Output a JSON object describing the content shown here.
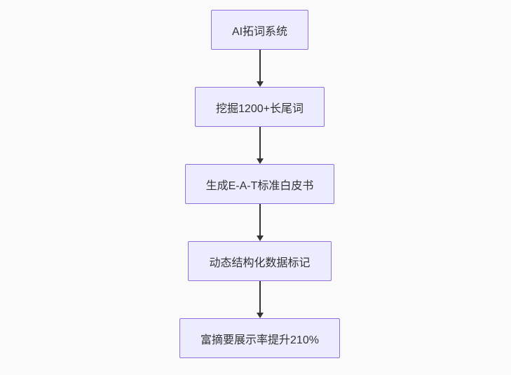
{
  "diagram": {
    "type": "flowchart",
    "direction": "top-down",
    "nodes": [
      {
        "id": "node-1",
        "label": "AI拓词系统"
      },
      {
        "id": "node-2",
        "label": "挖掘1200+长尾词"
      },
      {
        "id": "node-3",
        "label": "生成E-A-T标准白皮书"
      },
      {
        "id": "node-4",
        "label": "动态结构化数据标记"
      },
      {
        "id": "node-5",
        "label": "富摘要展示率提升210%"
      }
    ],
    "edges": [
      {
        "from": "node-1",
        "to": "node-2",
        "label": ""
      },
      {
        "from": "node-2",
        "to": "node-3",
        "label": ""
      },
      {
        "from": "node-3",
        "to": "node-4",
        "label": ""
      },
      {
        "from": "node-4",
        "to": "node-5",
        "label": ""
      }
    ],
    "colors": {
      "node_fill": "#ECECFF",
      "node_border": "#9370DB",
      "edge": "#333333",
      "text": "#333333",
      "canvas_background": "#FAFAFA"
    }
  }
}
